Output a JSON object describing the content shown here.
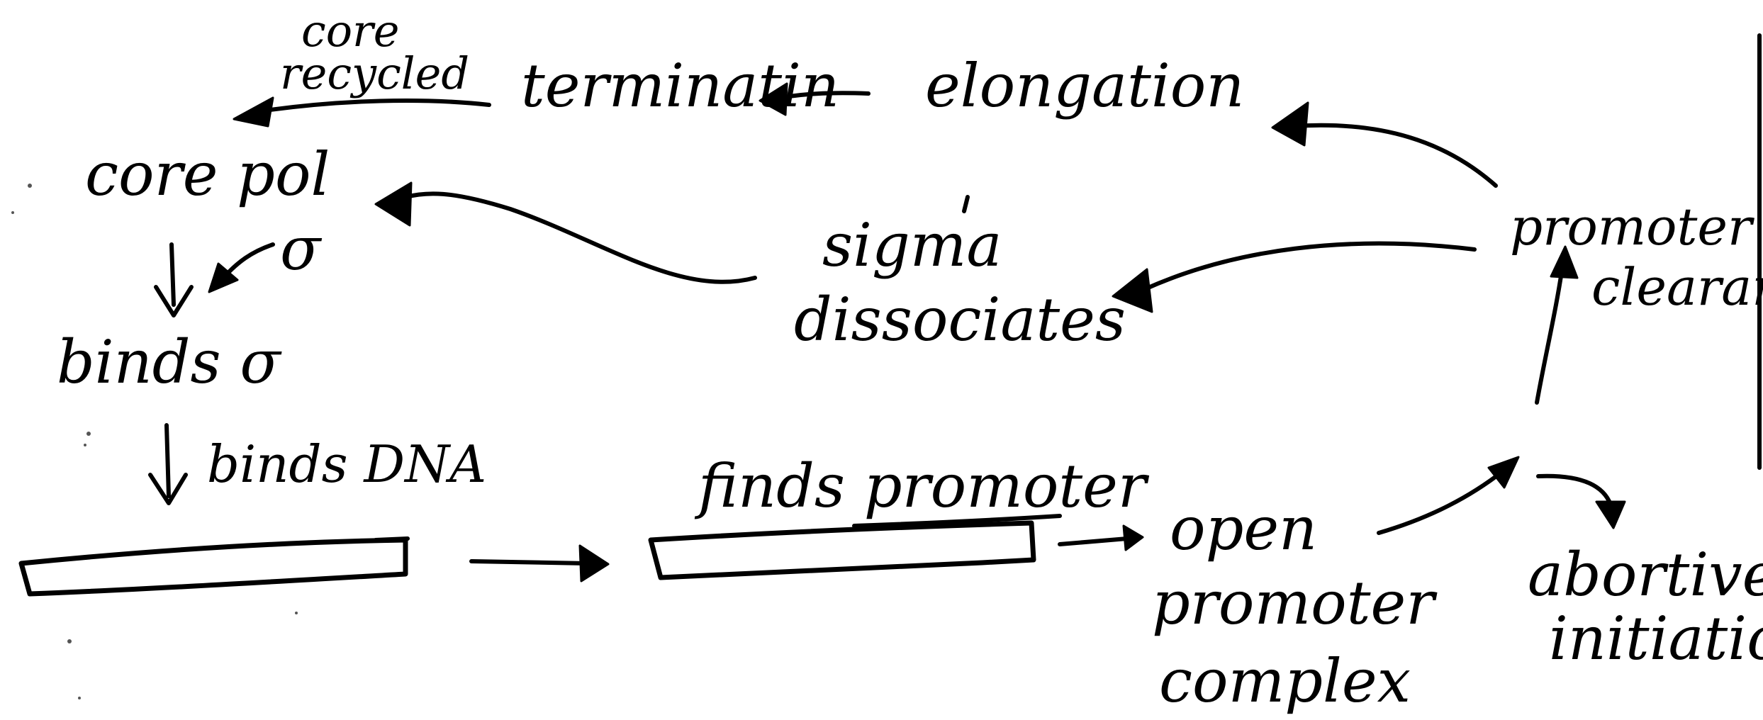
{
  "labels": {
    "core_recycled_1": "core",
    "core_recycled_2": "recycled",
    "termination": "terminatin",
    "elongation": "elongation",
    "core_pol": "core pol",
    "sigma_symbol": "σ",
    "binds_sigma": "binds σ",
    "sigma_dissociates_1": "sigma",
    "sigma_dissociates_2": "dissociates",
    "promoter_clearance_1": "promoter",
    "promoter_clearance_2": "clearance",
    "binds_dna": "binds DNA",
    "finds_promoter": "finds promoter",
    "open_complex_1": "open",
    "open_complex_2": "promoter",
    "open_complex_3": "complex",
    "abortive_1": "abortive",
    "abortive_2": "initiation"
  },
  "colors": {
    "ink": "#000000",
    "paper": "#ffffff"
  }
}
